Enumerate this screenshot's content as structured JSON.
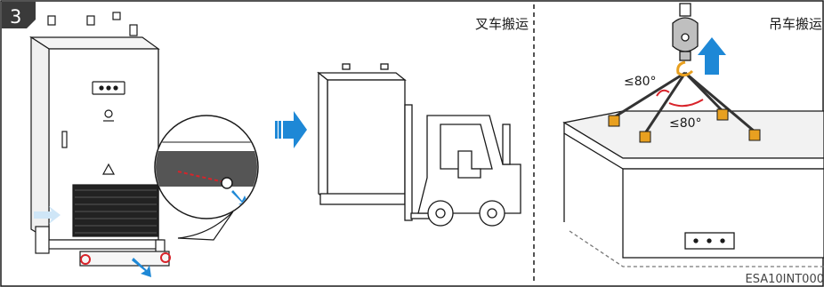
{
  "step_number": "3",
  "panels": {
    "forklift": {
      "title": "叉车搬运"
    },
    "crane": {
      "title": "吊车搬运"
    }
  },
  "crane_labels": {
    "angle_outer": "≤80°",
    "angle_inner": "≤80°"
  },
  "figure_code": "ESA10INT000",
  "colors": {
    "arrow_blue": "#1e88d6",
    "accent_orange": "#e8a020",
    "highlight_red": "#d8232a",
    "line_dark": "#1a1a1a",
    "badge_bg": "#3a3a3a",
    "grille_dark": "#222222"
  },
  "icons": [
    "cabinet-illustration",
    "zoom-callout",
    "move-arrow",
    "forklift-illustration",
    "crane-hook-icon",
    "lifting-slings",
    "container-box"
  ]
}
